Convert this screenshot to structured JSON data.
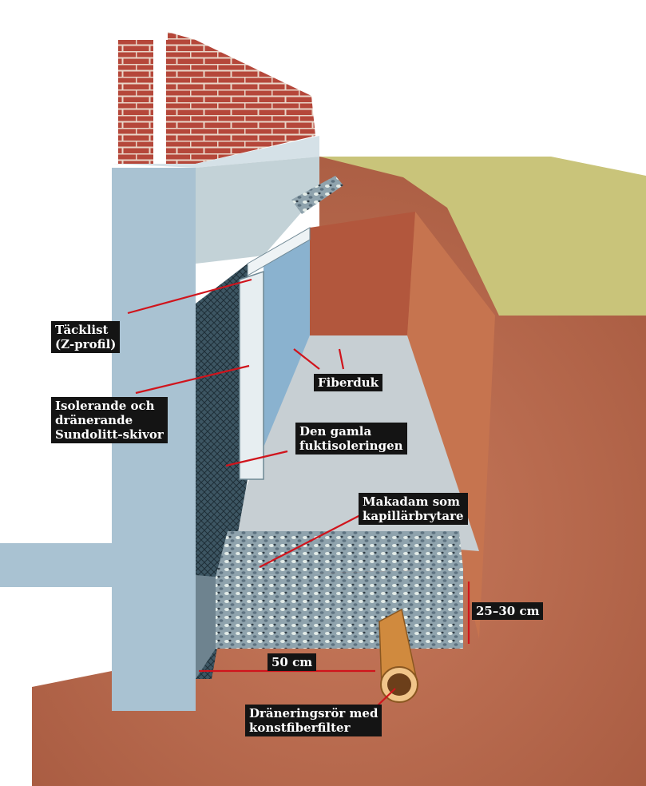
{
  "labels": {
    "tacklist": "Täcklist\n(Z-profil)",
    "isolerande": "Isolerande och\ndränerande\nSundolitt-skivor",
    "fiberduk": "Fiberduk",
    "gamla": "Den gamla\nfuktisoleringen",
    "makadam": "Makadam som\nkapillärbrytare",
    "djup": "25–30 cm",
    "bredd": "50 cm",
    "ror": "Dräneringsrör med\nkonstfiberfilter"
  },
  "colors": {
    "arrow": "#d0141c",
    "brick": "#b5473a",
    "concrete": "#a9c2d2",
    "soil": "#b9674d",
    "grass": "#c9c47a",
    "gravel": "#8fa3ad",
    "pipe": "#d08a3e"
  }
}
